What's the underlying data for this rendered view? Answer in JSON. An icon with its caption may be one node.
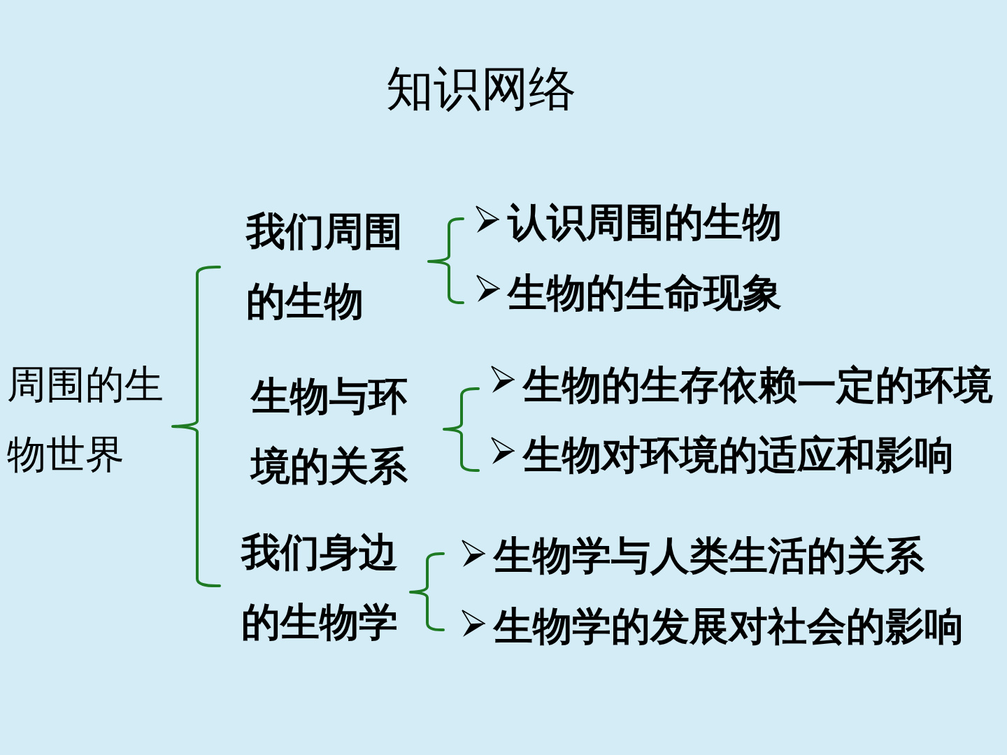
{
  "diagram": {
    "title": "知识网络",
    "labels": [
      "周围的生物世界",
      "我们周围的生物",
      "认识周围的生物",
      "生物的生命现象",
      "生物与环境的关系",
      "生物的生存依赖一定的环境",
      "生物对环境的适应和影响",
      "我们身边的生物学",
      "生物学与人类生活的关系",
      "生物学的发展对社会的影响"
    ]
  }
}
